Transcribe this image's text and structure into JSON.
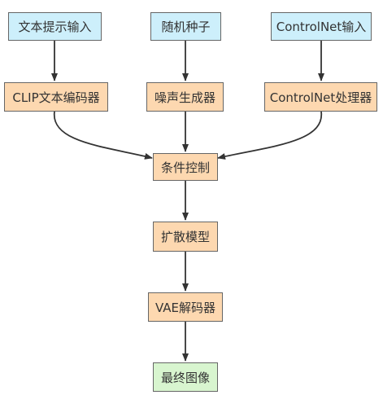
{
  "diagram": {
    "colors": {
      "input": "#cdeffb",
      "process": "#fdd8b0",
      "output": "#d8f5cf",
      "border": "#666666",
      "edge": "#333333"
    },
    "nodes": [
      {
        "id": "text-input",
        "label": "文本提示输入",
        "kind": "input"
      },
      {
        "id": "random-seed",
        "label": "随机种子",
        "kind": "input"
      },
      {
        "id": "cn-input",
        "label": "ControlNet输入",
        "kind": "input"
      },
      {
        "id": "clip-encoder",
        "label": "CLIP文本编码器",
        "kind": "process"
      },
      {
        "id": "noise-gen",
        "label": "噪声生成器",
        "kind": "process"
      },
      {
        "id": "cn-processor",
        "label": "ControlNet处理器",
        "kind": "process"
      },
      {
        "id": "cond-control",
        "label": "条件控制",
        "kind": "process"
      },
      {
        "id": "diffusion",
        "label": "扩散模型",
        "kind": "process"
      },
      {
        "id": "vae-decoder",
        "label": "VAE解码器",
        "kind": "process"
      },
      {
        "id": "final-image",
        "label": "最终图像",
        "kind": "output"
      }
    ],
    "edges": [
      {
        "from": "text-input",
        "to": "clip-encoder"
      },
      {
        "from": "random-seed",
        "to": "noise-gen"
      },
      {
        "from": "cn-input",
        "to": "cn-processor"
      },
      {
        "from": "clip-encoder",
        "to": "cond-control"
      },
      {
        "from": "noise-gen",
        "to": "cond-control"
      },
      {
        "from": "cn-processor",
        "to": "cond-control"
      },
      {
        "from": "cond-control",
        "to": "diffusion"
      },
      {
        "from": "diffusion",
        "to": "vae-decoder"
      },
      {
        "from": "vae-decoder",
        "to": "final-image"
      }
    ]
  }
}
